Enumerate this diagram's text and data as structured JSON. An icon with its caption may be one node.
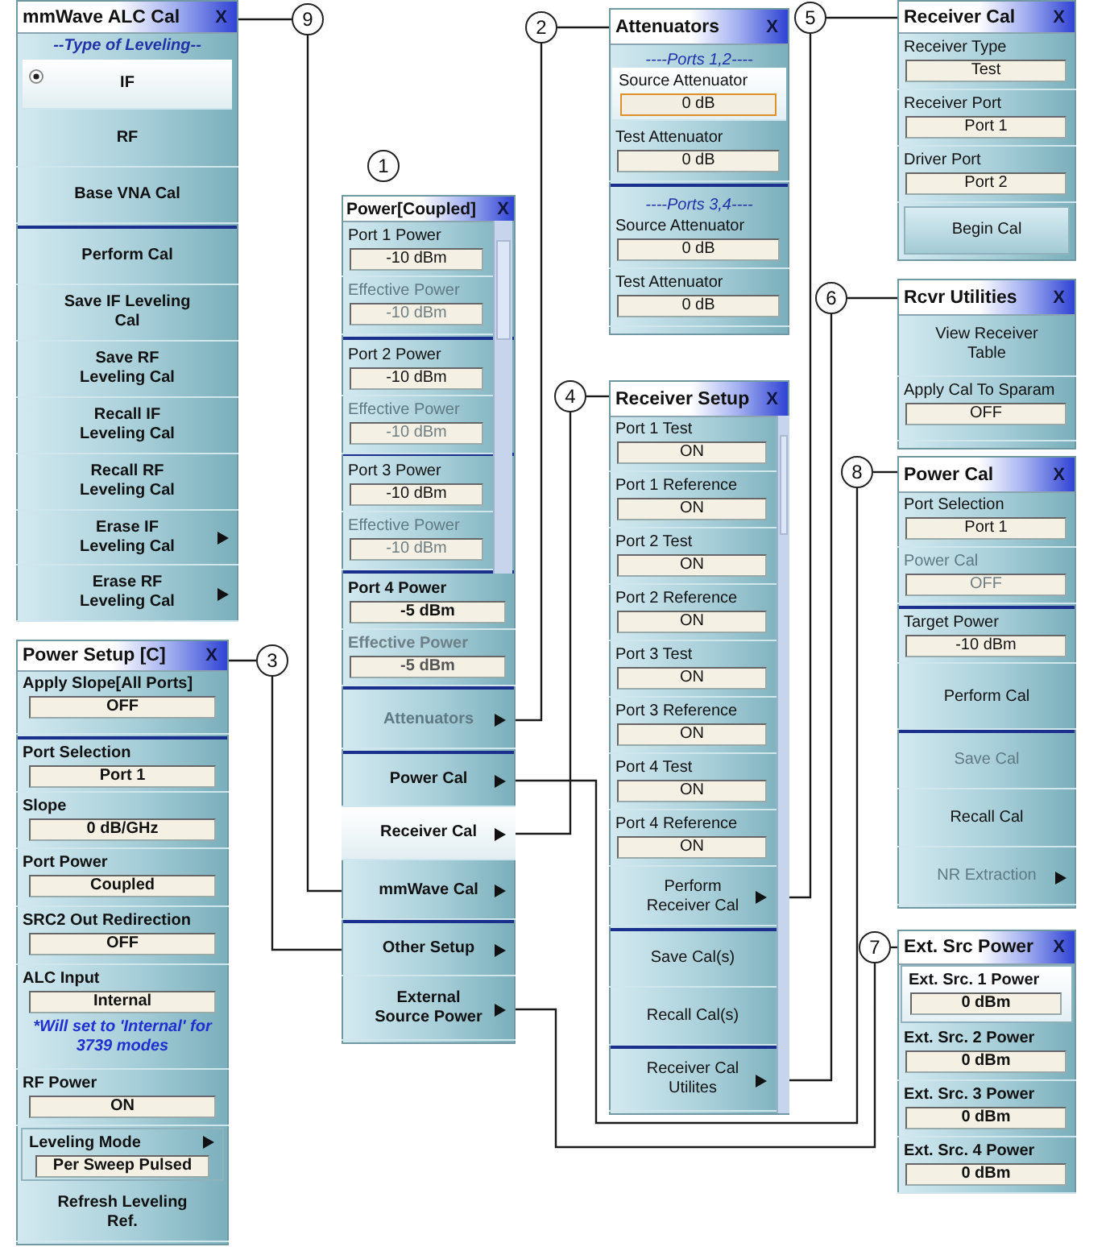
{
  "diagram": {
    "nodes": [
      {
        "text": [
          "mmWave ALC Cal",
          "X",
          "--Type of Leveling--"
        ]
      },
      {
        "text": [
          "IF"
        ],
        "in": 0
      },
      {
        "text": [
          "RF"
        ],
        "in": 0
      },
      {
        "text": [
          "Base VNA Cal"
        ],
        "in": 0
      },
      {
        "text": [
          "Perform Cal"
        ],
        "in": 0
      },
      {
        "text": [
          "Save IF Leveling Cal"
        ],
        "in": 0
      },
      {
        "text": [
          "Save RF Leveling Cal"
        ],
        "in": 0
      },
      {
        "text": [
          "Recall IF Leveling Cal"
        ],
        "in": 0
      },
      {
        "text": [
          "Recall RF Leveling Cal"
        ],
        "in": 0
      },
      {
        "text": [
          "Erase IF Leveling Cal"
        ],
        "in": 0
      },
      {
        "text": [
          "Erase RF Leveling Cal"
        ],
        "in": 0
      },
      {
        "text": [
          "9"
        ]
      },
      {
        "text": [
          "Power[Coupled]",
          "X"
        ]
      },
      {
        "text": [
          "Port 1 Power",
          "-10 dBm"
        ],
        "in": 12
      },
      {
        "text": [
          "Effective Power",
          "-10 dBm"
        ],
        "in": 12
      },
      {
        "text": [
          "Port 2 Power",
          "-10 dBm"
        ],
        "in": 12
      },
      {
        "text": [
          "Effective Power",
          "-10 dBm"
        ],
        "in": 12
      },
      {
        "text": [
          "Port 3 Power",
          "-10 dBm"
        ],
        "in": 12
      },
      {
        "text": [
          "Effective Power",
          "-10 dBm"
        ],
        "in": 12
      },
      {
        "text": [
          "Port 4 Power",
          "-5 dBm"
        ],
        "in": 12
      },
      {
        "text": [
          "Effective Power",
          "-5 dBm"
        ],
        "in": 12
      },
      {
        "text": [
          "Attenuators"
        ],
        "in": 12
      },
      {
        "text": [
          "Power Cal"
        ],
        "in": 12
      },
      {
        "text": [
          "Receiver Cal"
        ],
        "in": 12
      },
      {
        "text": [
          "mmWave Cal"
        ],
        "in": 12
      },
      {
        "text": [
          "Other Setup"
        ],
        "in": 12
      },
      {
        "text": [
          "External Source Power"
        ],
        "in": 12
      },
      {
        "text": [
          "2"
        ]
      },
      {
        "text": [
          "Attenuators",
          "X",
          "----Ports 1,2----",
          "----Ports 3,4----"
        ]
      },
      {
        "text": [
          "Source Attenuator",
          "0 dB"
        ],
        "in": 28
      },
      {
        "text": [
          "Test Attenuator",
          "0 dB"
        ],
        "in": 28
      },
      {
        "text": [
          "Source Attenuator",
          "0 dB"
        ],
        "in": 28
      },
      {
        "text": [
          "Test Attenuator",
          "0 dB"
        ],
        "in": 28
      },
      {
        "text": [
          "4"
        ]
      },
      {
        "text": [
          "Receiver Setup",
          "X"
        ]
      },
      {
        "text": [
          "Port 1 Test",
          "ON"
        ],
        "in": 34
      },
      {
        "text": [
          "Port 1 Reference",
          "ON"
        ],
        "in": 34
      },
      {
        "text": [
          "Port 2 Test",
          "ON"
        ],
        "in": 34
      },
      {
        "text": [
          "Port 2 Reference",
          "ON"
        ],
        "in": 34
      },
      {
        "text": [
          "Port 3 Test",
          "ON"
        ],
        "in": 34
      },
      {
        "text": [
          "Port 3 Reference",
          "ON"
        ],
        "in": 34
      },
      {
        "text": [
          "Port 4 Test",
          "ON"
        ],
        "in": 34
      },
      {
        "text": [
          "Port 4 Reference",
          "ON"
        ],
        "in": 34
      },
      {
        "text": [
          "Perform Receiver Cal"
        ],
        "in": 34
      },
      {
        "text": [
          "Save Cal(s)"
        ],
        "in": 34
      },
      {
        "text": [
          "Recall Cal(s)"
        ],
        "in": 34
      },
      {
        "text": [
          "Receiver Cal Utilites"
        ],
        "in": 34
      },
      {
        "text": [
          "5"
        ]
      },
      {
        "text": [
          "Receiver Cal",
          "X"
        ]
      },
      {
        "text": [
          "Receiver Type",
          "Test"
        ],
        "in": 48
      },
      {
        "text": [
          "Receiver Port",
          "Port 1"
        ],
        "in": 48
      },
      {
        "text": [
          "Driver Port",
          "Port 2"
        ],
        "in": 48
      },
      {
        "text": [
          "Begin Cal"
        ],
        "in": 48
      },
      {
        "text": [
          "6"
        ]
      },
      {
        "text": [
          "Rcvr Utilities",
          "X"
        ]
      },
      {
        "text": [
          "View Receiver Table"
        ],
        "in": 54
      },
      {
        "text": [
          "Apply Cal To Sparam",
          "OFF"
        ],
        "in": 54
      },
      {
        "text": [
          "8"
        ]
      },
      {
        "text": [
          "Power Cal",
          "X"
        ]
      },
      {
        "text": [
          "Port Selection",
          "Port 1"
        ],
        "in": 58
      },
      {
        "text": [
          "Power Cal",
          "OFF"
        ],
        "in": 58
      },
      {
        "text": [
          "Target Power",
          "-10 dBm"
        ],
        "in": 58
      },
      {
        "text": [
          "Perform Cal"
        ],
        "in": 58
      },
      {
        "text": [
          "Save Cal"
        ],
        "in": 58
      },
      {
        "text": [
          "Recall Cal"
        ],
        "in": 58
      },
      {
        "text": [
          "NR Extraction"
        ],
        "in": 58
      },
      {
        "text": [
          "7"
        ]
      },
      {
        "text": [
          "Ext. Src Power",
          "X"
        ]
      },
      {
        "text": [
          "Ext. Src. 1 Power",
          "0 dBm"
        ],
        "in": 67
      },
      {
        "text": [
          "Ext. Src. 2 Power",
          "0 dBm"
        ],
        "in": 67
      },
      {
        "text": [
          "Ext. Src. 3 Power",
          "0 dBm"
        ],
        "in": 67
      },
      {
        "text": [
          "Ext. Src. 4 Power",
          "0 dBm"
        ],
        "in": 67
      },
      {
        "text": [
          "3"
        ]
      },
      {
        "text": [
          "Power Setup [C]",
          "X"
        ]
      },
      {
        "text": [
          "Apply Slope[All Ports]",
          "OFF"
        ],
        "in": 73
      },
      {
        "text": [
          "Port Selection",
          "Port 1"
        ],
        "in": 73
      },
      {
        "text": [
          "Slope",
          "0 dB/GHz"
        ],
        "in": 73
      },
      {
        "text": [
          "Port Power",
          "Coupled"
        ],
        "in": 73
      },
      {
        "text": [
          "SRC2 Out Redirection",
          "OFF"
        ],
        "in": 73
      },
      {
        "text": [
          "ALC Input",
          "Internal",
          "*Will set to 'Internal' for 3739 modes"
        ],
        "in": 73
      },
      {
        "text": [
          "RF Power",
          "ON"
        ],
        "in": 73
      },
      {
        "text": [
          "Leveling Mode",
          "Per Sweep Pulsed"
        ],
        "in": 73
      },
      {
        "text": [
          "Refresh Leveling Ref."
        ],
        "in": 73
      },
      {
        "text": [
          "1"
        ]
      }
    ],
    "edges": [
      {
        "from": 24,
        "to": 11,
        "arrow": "none"
      },
      {
        "from": 11,
        "to": 0,
        "arrow": "none"
      },
      {
        "from": 21,
        "to": 27,
        "arrow": "none"
      },
      {
        "from": 27,
        "to": 28,
        "arrow": "none"
      },
      {
        "from": 23,
        "to": 33,
        "arrow": "none"
      },
      {
        "from": 33,
        "to": 34,
        "arrow": "none"
      },
      {
        "from": 43,
        "to": 47,
        "arrow": "none"
      },
      {
        "from": 47,
        "to": 48,
        "arrow": "none"
      },
      {
        "from": 46,
        "to": 53,
        "arrow": "none"
      },
      {
        "from": 53,
        "to": 54,
        "arrow": "none"
      },
      {
        "from": 22,
        "to": 57,
        "arrow": "none"
      },
      {
        "from": 57,
        "to": 58,
        "arrow": "none"
      },
      {
        "from": 26,
        "to": 66,
        "arrow": "none"
      },
      {
        "from": 66,
        "to": 67,
        "arrow": "none"
      },
      {
        "from": 25,
        "to": 72,
        "arrow": "none"
      },
      {
        "from": 72,
        "to": 73,
        "arrow": "none"
      }
    ]
  }
}
